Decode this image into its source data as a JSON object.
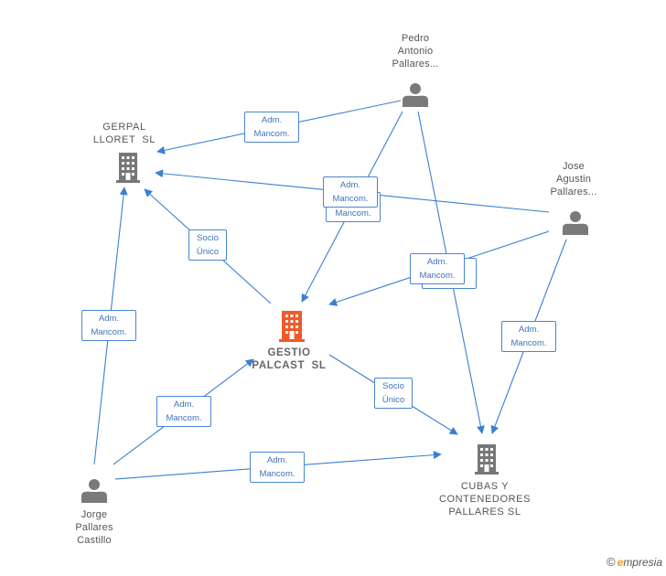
{
  "colors": {
    "edge": "#3a80d2",
    "person": "#7a7a7a",
    "company": "#777777",
    "main_company": "#f05a28"
  },
  "nodes": {
    "pedro": {
      "lines": [
        "Pedro",
        "Antonio",
        "Pallares..."
      ],
      "icon": "person-icon"
    },
    "jose": {
      "lines": [
        "Jose",
        "Agustin",
        "Pallares..."
      ],
      "icon": "person-icon"
    },
    "jorge": {
      "lines": [
        "Jorge",
        "Pallares",
        "Castillo"
      ],
      "icon": "person-icon"
    },
    "gerpal": {
      "lines": [
        "GERPAL",
        "LLORET  SL"
      ],
      "icon": "building-icon"
    },
    "gestio": {
      "lines": [
        "GESTIO",
        "PALCAST  SL"
      ],
      "icon": "building-icon"
    },
    "cubas": {
      "lines": [
        "CUBAS Y",
        "CONTENEDORES",
        "PALLARES SL"
      ],
      "icon": "building-icon"
    }
  },
  "edge_labels": {
    "adm": [
      "Adm.",
      "Mancom."
    ],
    "socio": [
      "Socio",
      "Único"
    ],
    "mancom_only": [
      "Mancom."
    ]
  },
  "brand": {
    "copyright": "©",
    "e": "e",
    "rest": "mpresia"
  }
}
